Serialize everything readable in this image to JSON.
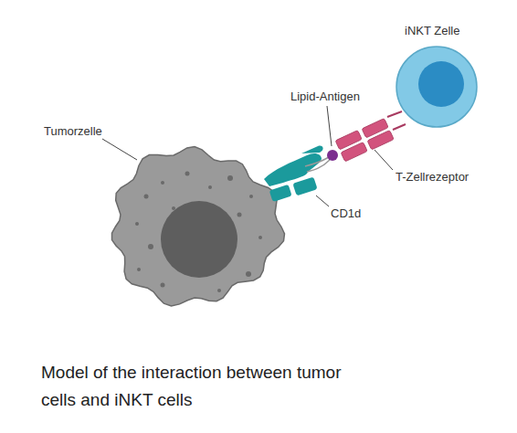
{
  "diagram": {
    "caption": "Model of the interaction between tumor cells and iNKT cells",
    "labels": [
      "Tumorzelle",
      "Lipid-Antigen",
      "CD1d",
      "T-Zellrezeptor",
      "iNKT Zelle"
    ]
  }
}
